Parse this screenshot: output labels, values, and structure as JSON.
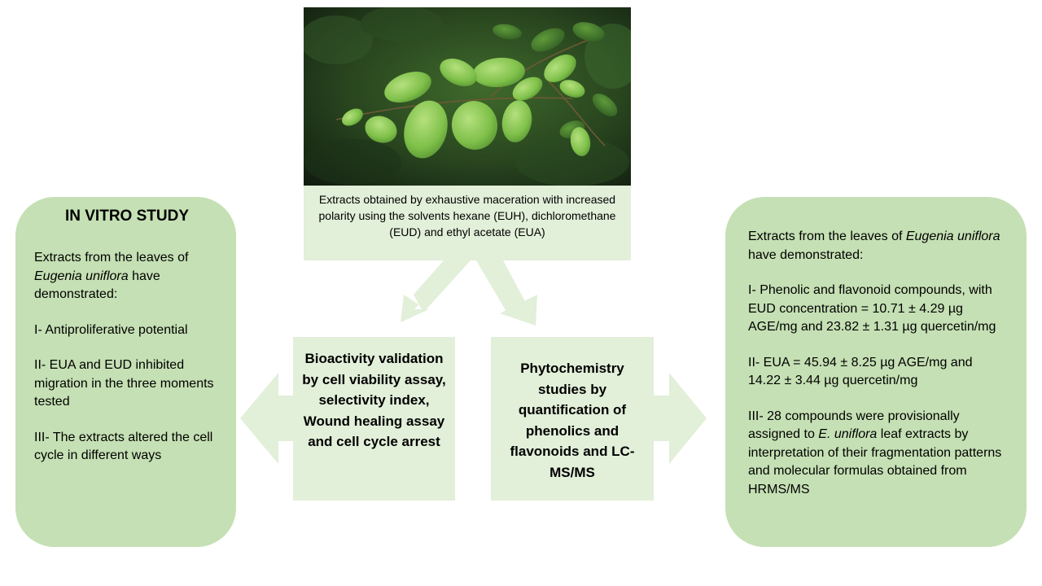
{
  "photo": {
    "icon": "eugenia-uniflora-leaves-photo",
    "colors": {
      "dark": "#233a1e",
      "mid": "#3b6b2b",
      "leaf": "#7ec24a",
      "leaf_light": "#a9d873"
    }
  },
  "caption": {
    "text": "Extracts obtained by exhaustive maceration with increased polarity using the solvents hexane (EUH), dichloromethane (EUD) and ethyl acetate (EUA)"
  },
  "bioactivity": {
    "text": "Bioactivity validation by cell viability assay, selectivity index, Wound healing assay and cell cycle arrest"
  },
  "phytochemistry": {
    "text": "Phytochemistry studies by quantification of phenolics and flavonoids and LC-MS/MS"
  },
  "left_panel": {
    "title": "IN VITRO STUDY",
    "intro_before": "Extracts from the leaves of ",
    "intro_italic": "Eugenia uniflora",
    "intro_after": " have demonstrated:",
    "items": [
      "I- Antiproliferative potential",
      "II- EUA and EUD inhibited migration in the three moments tested",
      "III- The extracts altered the cell cycle in different ways"
    ]
  },
  "right_panel": {
    "intro_before": "Extracts from the leaves of ",
    "intro_italic": "Eugenia uniflora",
    "intro_after": "  have demonstrated:",
    "item1": "I- Phenolic and flavonoid compounds, with EUD concentration = 10.71 ± 4.29 µg AGE/mg and 23.82 ± 1.31 µg quercetin/mg",
    "item2": "II- EUA =  45.94 ± 8.25 µg AGE/mg and 14.22 ± 3.44 µg quercetin/mg",
    "item3_before": "III- 28 compounds were provisionally assigned to ",
    "item3_italic": "E. uniflora",
    "item3_after": "  leaf extracts by interpretation of their fragmentation patterns and molecular formulas obtained from HRMS/MS"
  },
  "colors": {
    "box_light": "#e2efd9",
    "panel": "#c5e0b4",
    "arrow": "#e2efd9"
  }
}
